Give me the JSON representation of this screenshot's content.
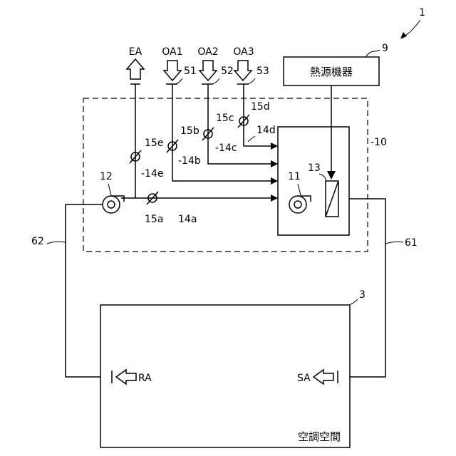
{
  "labels": {
    "system_ref": "1",
    "heat_source_ref": "9",
    "heat_source_name": "熱源機器",
    "unit_ref": "-10",
    "ea": "EA",
    "oa1": "OA1",
    "oa2": "OA2",
    "oa3": "OA3",
    "port51": "51",
    "port52": "52",
    "port53": "53",
    "damper_15a": "15a",
    "damper_15b": "15b",
    "damper_15c": "15c",
    "damper_15d": "15d",
    "damper_15e": "15e",
    "duct_14a": "14a",
    "duct_14b": "-14b",
    "duct_14c": "-14c",
    "duct_14d": "14d",
    "duct_14e": "-14e",
    "fan_11": "11",
    "fan_12": "12",
    "coil_13": "13",
    "duct_61": "61",
    "duct_62": "62",
    "space_ref": "3",
    "space_name": "空調空間",
    "ra": "RA",
    "sa": "SA"
  }
}
